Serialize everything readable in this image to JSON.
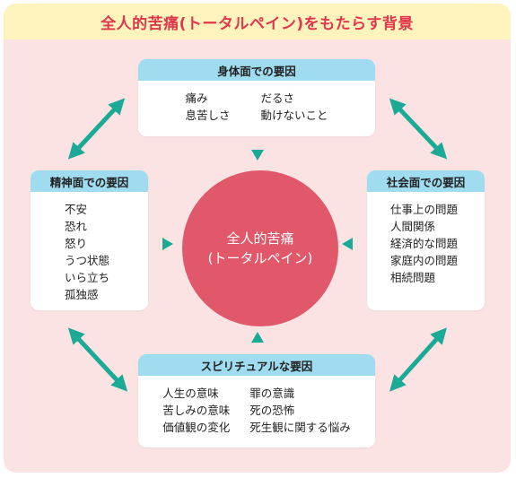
{
  "title": "全人的苦痛(トータルペイン)をもたらす背景",
  "center": {
    "line1": "全人的苦痛",
    "line2": "(トータルペイン)"
  },
  "physical": {
    "heading": "身体面での要因",
    "items": [
      "痛み",
      "だるさ",
      "息苦しさ",
      "動けないこと"
    ]
  },
  "mental": {
    "heading": "精神面での要因",
    "items": [
      "不安",
      "恐れ",
      "怒り",
      "うつ状態",
      "いら立ち",
      "孤独感"
    ]
  },
  "social": {
    "heading": "社会面での要因",
    "items": [
      "仕事上の問題",
      "人間関係",
      "経済的な問題",
      "家庭内の問題",
      "相続問題"
    ]
  },
  "spiritual": {
    "heading": "スピリチュアルな要因",
    "items": [
      "人生の意味",
      "罪の意識",
      "苦しみの意味",
      "死の恐怖",
      "価値観の変化",
      "死生観に関する悩み"
    ]
  },
  "colors": {
    "title_bg": "#fdf3bd",
    "title_text": "#e2364b",
    "background": "#fbe3e4",
    "box_header": "#9fdcef",
    "center_circle": "#e0586a",
    "arrows": "#1aaa96"
  }
}
